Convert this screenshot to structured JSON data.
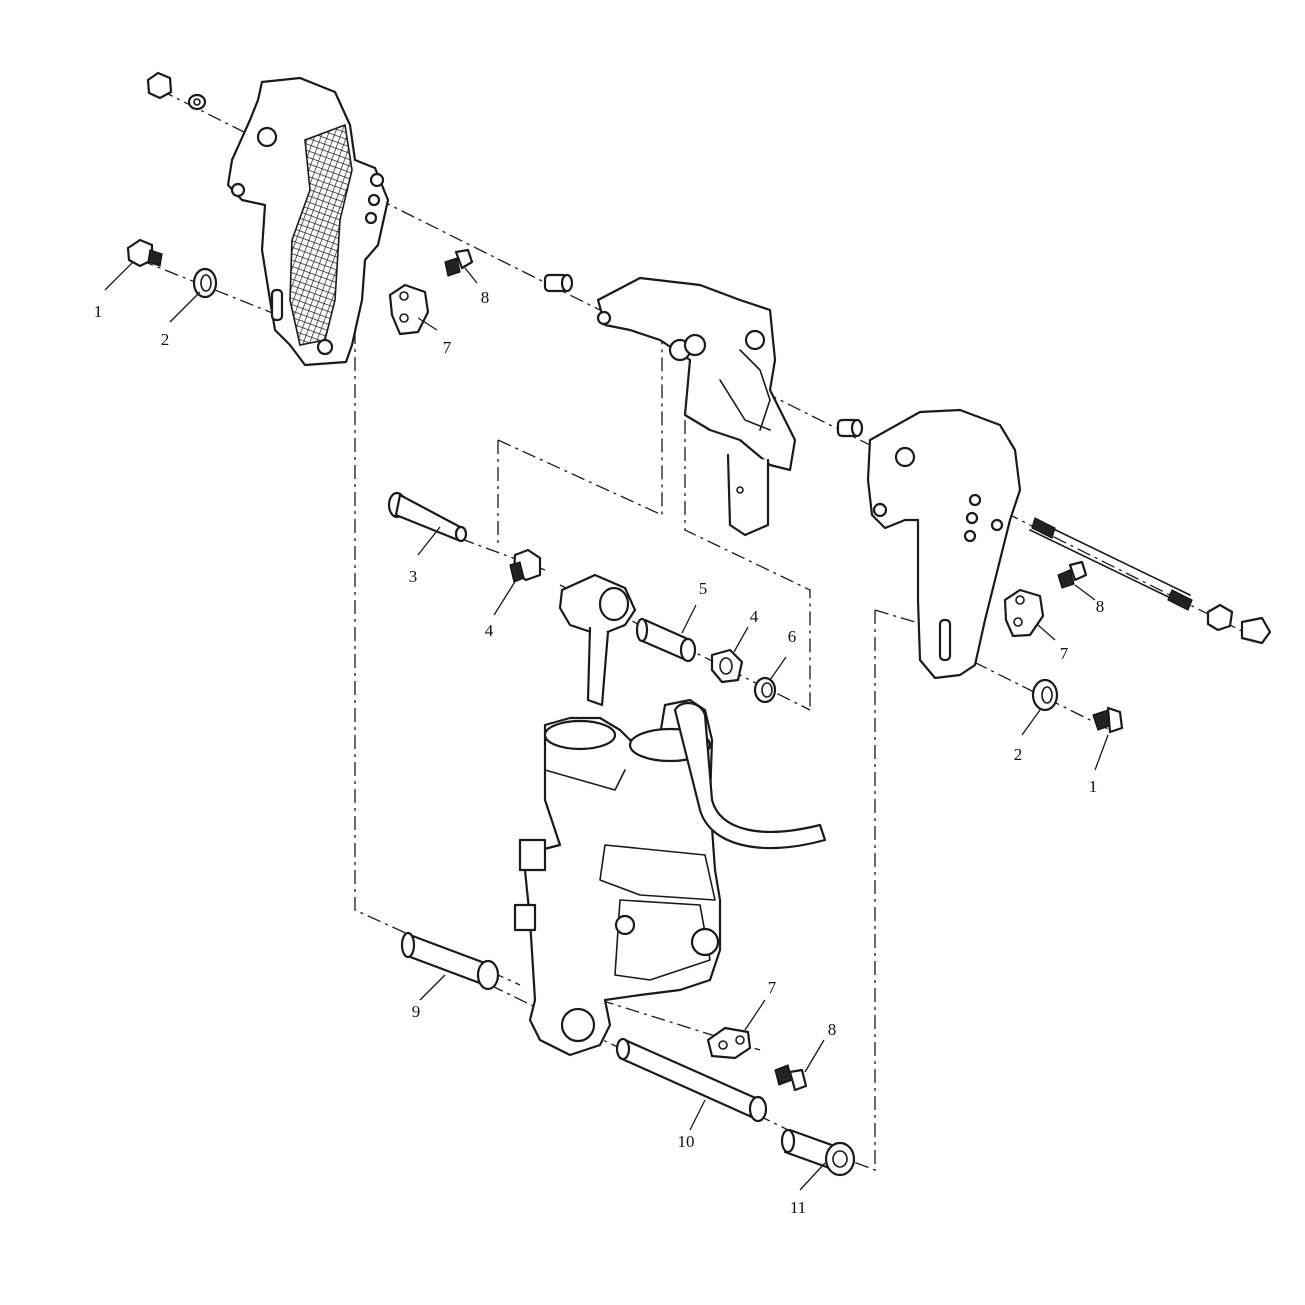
{
  "diagram": {
    "callouts": [
      {
        "id": "c1a",
        "label": "1"
      },
      {
        "id": "c2a",
        "label": "2"
      },
      {
        "id": "c8a",
        "label": "8"
      },
      {
        "id": "c7a",
        "label": "7"
      },
      {
        "id": "c3",
        "label": "3"
      },
      {
        "id": "c4a",
        "label": "4"
      },
      {
        "id": "c5",
        "label": "5"
      },
      {
        "id": "c4b",
        "label": "4"
      },
      {
        "id": "c6",
        "label": "6"
      },
      {
        "id": "c8b",
        "label": "8"
      },
      {
        "id": "c7b",
        "label": "7"
      },
      {
        "id": "c2b",
        "label": "2"
      },
      {
        "id": "c1b",
        "label": "1"
      },
      {
        "id": "c9",
        "label": "9"
      },
      {
        "id": "c7c",
        "label": "7"
      },
      {
        "id": "c8c",
        "label": "8"
      },
      {
        "id": "c10",
        "label": "10"
      },
      {
        "id": "c11",
        "label": "11"
      }
    ]
  }
}
